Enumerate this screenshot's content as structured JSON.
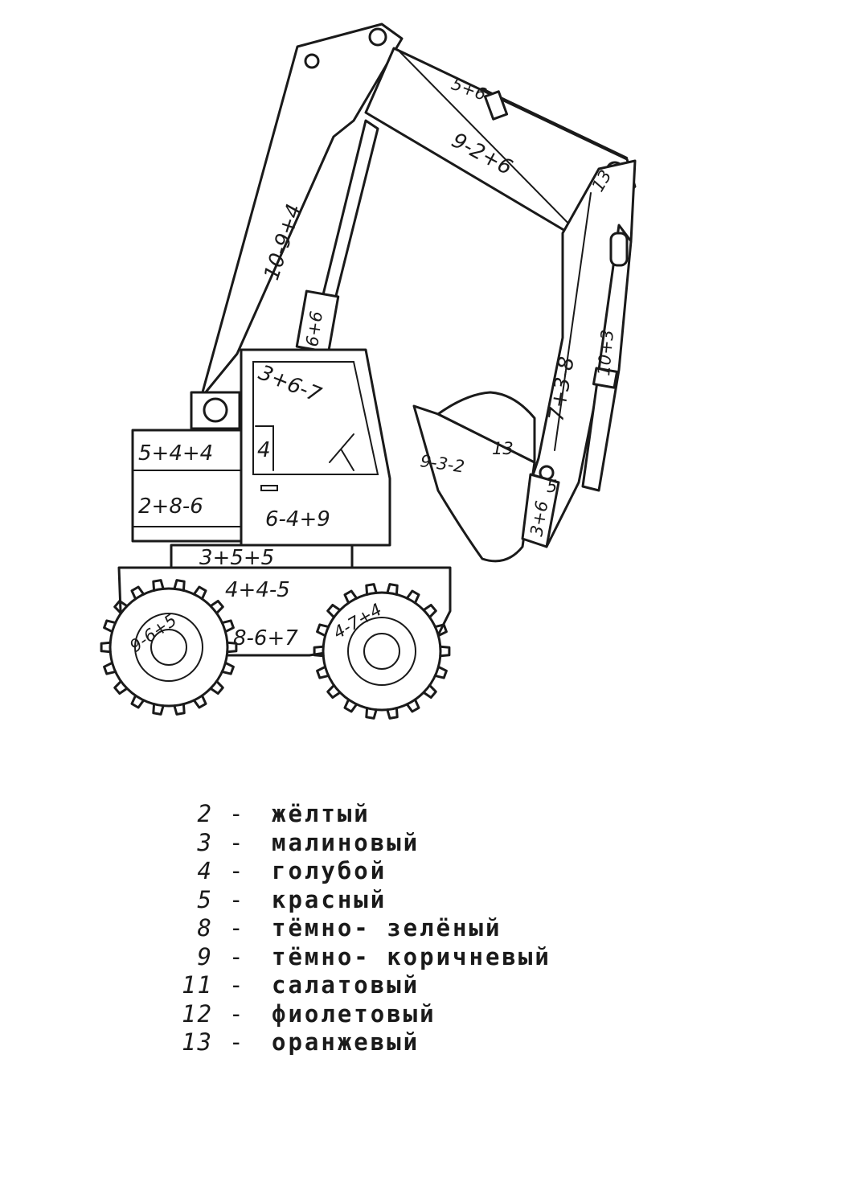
{
  "labels": {
    "boom": "10-9+4",
    "boom_upper": "5+6",
    "arm_brace": "9-2+6",
    "bucket_pivot": "13",
    "hyd_cyl": "6+6",
    "cab_window": "3+6-7",
    "cab_seat": "4",
    "cab_door": "6-4+9",
    "engine_top": "5+4+4",
    "engine_bottom": "2+8-6",
    "turntable": "3+5+5",
    "chassis": "4+4-5",
    "axle": "8-6+7",
    "wheel_left_top": "9-6+5",
    "wheel_right": "4-7+4",
    "arm_side": "10+3",
    "arm": "7+3-8",
    "bucket_load": "13",
    "bucket": "9-3-2",
    "bucket_link": "3+6",
    "bucket_link_small": "5"
  },
  "legend": [
    {
      "number": "2",
      "dash": "-",
      "color": "жёлтый"
    },
    {
      "number": "3",
      "dash": "-",
      "color": "малиновый"
    },
    {
      "number": "4",
      "dash": "-",
      "color": "голубой"
    },
    {
      "number": "5",
      "dash": "-",
      "color": "красный"
    },
    {
      "number": "8",
      "dash": "-",
      "color": "тёмно- зелёный"
    },
    {
      "number": "9",
      "dash": "-",
      "color": "тёмно- коричневый"
    },
    {
      "number": "11",
      "dash": "-",
      "color": "салатовый"
    },
    {
      "number": "12",
      "dash": "-",
      "color": "фиолетовый"
    },
    {
      "number": "13",
      "dash": "-",
      "color": "оранжевый"
    }
  ]
}
